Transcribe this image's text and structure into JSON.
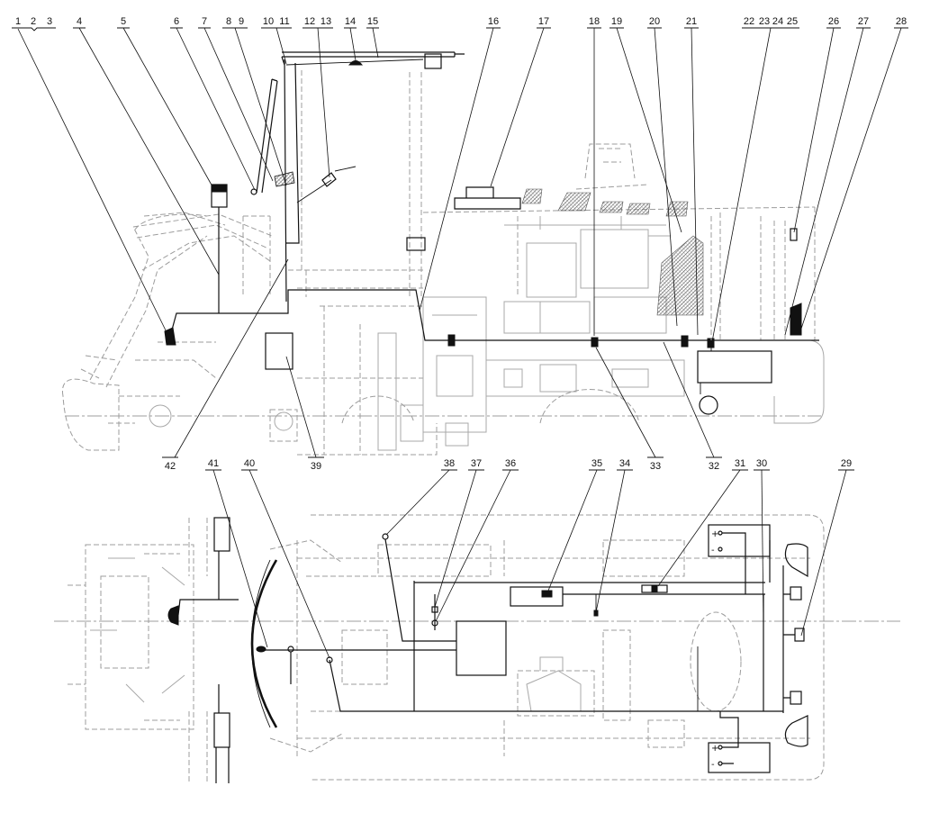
{
  "callouts": {
    "top": [
      "1",
      "2",
      "3",
      "4",
      "5",
      "6",
      "7",
      "8",
      "9",
      "10",
      "11",
      "12",
      "13",
      "14",
      "15",
      "16",
      "17",
      "18",
      "19",
      "20",
      "21",
      "22",
      "23",
      "24",
      "25",
      "26",
      "27",
      "28"
    ],
    "middle": [
      "42",
      "39",
      "33",
      "32"
    ],
    "bottom": [
      "41",
      "40",
      "38",
      "37",
      "36",
      "35",
      "34",
      "31",
      "30",
      "29"
    ]
  },
  "battery_terminals": {
    "upper_positive": "+",
    "upper_negative": "-",
    "lower_positive": "+",
    "lower_negative": "-"
  }
}
